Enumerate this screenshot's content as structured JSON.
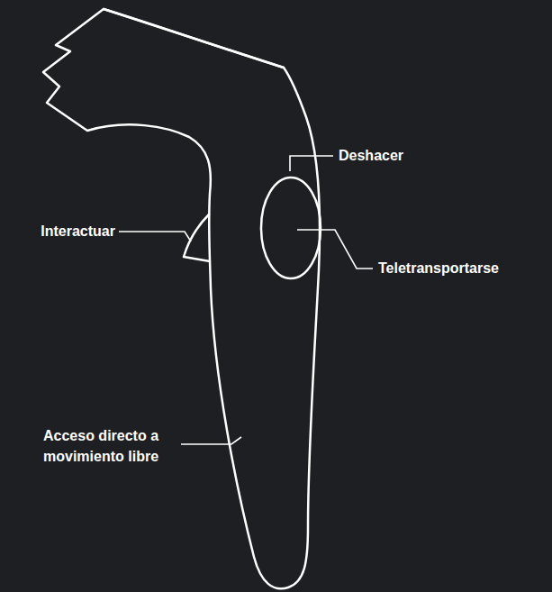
{
  "diagram": {
    "labels": [
      "Interactuar",
      "Deshacer",
      "Teletransportarse",
      "Acceso directo a movimiento libre"
    ]
  }
}
